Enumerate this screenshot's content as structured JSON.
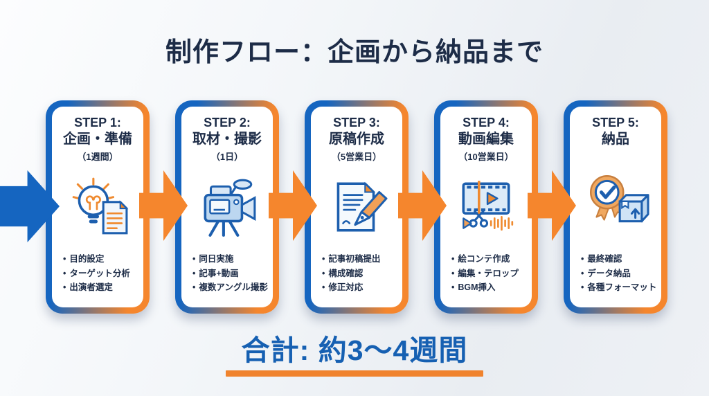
{
  "title": "制作フロー：企画から納品まで",
  "steps": [
    {
      "step_label": "STEP 1:",
      "name": "企画・準備",
      "duration": "（1週間）",
      "icon": "lightbulb-document-icon",
      "bullets": [
        "目的設定",
        "ターゲット分析",
        "出演者選定"
      ]
    },
    {
      "step_label": "STEP 2:",
      "name": "取材・撮影",
      "duration": "（1日）",
      "icon": "video-camera-icon",
      "bullets": [
        "同日実施",
        "記事+動画",
        "複数アングル撮影"
      ]
    },
    {
      "step_label": "STEP 3:",
      "name": "原稿作成",
      "duration": "（5営業日）",
      "icon": "manuscript-pen-icon",
      "bullets": [
        "記事初稿提出",
        "構成確認",
        "修正対応"
      ]
    },
    {
      "step_label": "STEP 4:",
      "name": "動画編集",
      "duration": "（10営業日）",
      "icon": "video-editing-icon",
      "bullets": [
        "絵コンテ作成",
        "編集・テロップ",
        "BGM挿入"
      ]
    },
    {
      "step_label": "STEP 5:",
      "name": "納品",
      "duration": "",
      "icon": "delivery-badge-icon",
      "bullets": [
        "最終確認",
        "データ納品",
        "各種フォーマット"
      ]
    }
  ],
  "total": "合計: 約3〜4週間",
  "colors": {
    "accent_blue": "#1565c0",
    "accent_orange": "#f5862d",
    "heading_navy": "#1d2c47",
    "total_blue": "#1660b2",
    "underline_orange": "#f0832e"
  }
}
